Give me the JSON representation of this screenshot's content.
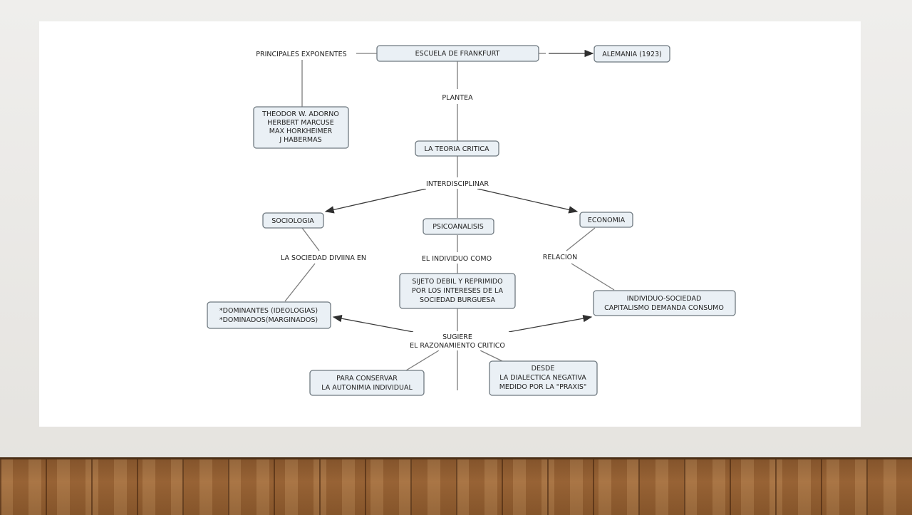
{
  "diagram": {
    "central": "ESCUELA DE FRANKFURT",
    "principales_label": "PRINCIPALES EXPONENTES",
    "alemania": "ALEMANIA (1923)",
    "exponentes": [
      "THEODOR W. ADORNO",
      "HERBERT MARCUSE",
      "MAX HORKHEIMER",
      "J HABERMAS"
    ],
    "plantea_label": "PLANTEA",
    "teoria_critica": "LA TEORIA CRITICA",
    "interdisciplinar_label": "INTERDISCIPLINAR",
    "sociologia": "SOCIOLOGIA",
    "psicoanalisis": "PSICOANALISIS",
    "economia": "ECONOMIA",
    "sociedad_label": "LA SOCIEDAD DIVIINA EN",
    "individuo_label": "EL INDIVIDUO COMO",
    "relacion_label": "RELACION",
    "sujeto": [
      "SIJETO DEBIL Y REPRIMIDO",
      "POR LOS INTERESES DE LA",
      "SOCIEDAD BURGUESA"
    ],
    "dominantes": [
      "*DOMINANTES (IDEOLOGIAS)",
      "*DOMINADOS(MARGINADOS)"
    ],
    "individuo_sociedad": [
      "INDIVIDUO-SOCIEDAD",
      "CAPITALISMO DEMANDA CONSUMO"
    ],
    "sugiere": [
      "SUGIERE",
      "EL RAZONAMIENTO CRITICO"
    ],
    "conservar": [
      "PARA CONSERVAR",
      "LA AUTONIMIA INDIVIDUAL"
    ],
    "desde": [
      "DESDE",
      "LA DIALECTICA NEGATIVA",
      "MEDIDO POR LA \"PRAXIS\""
    ]
  }
}
